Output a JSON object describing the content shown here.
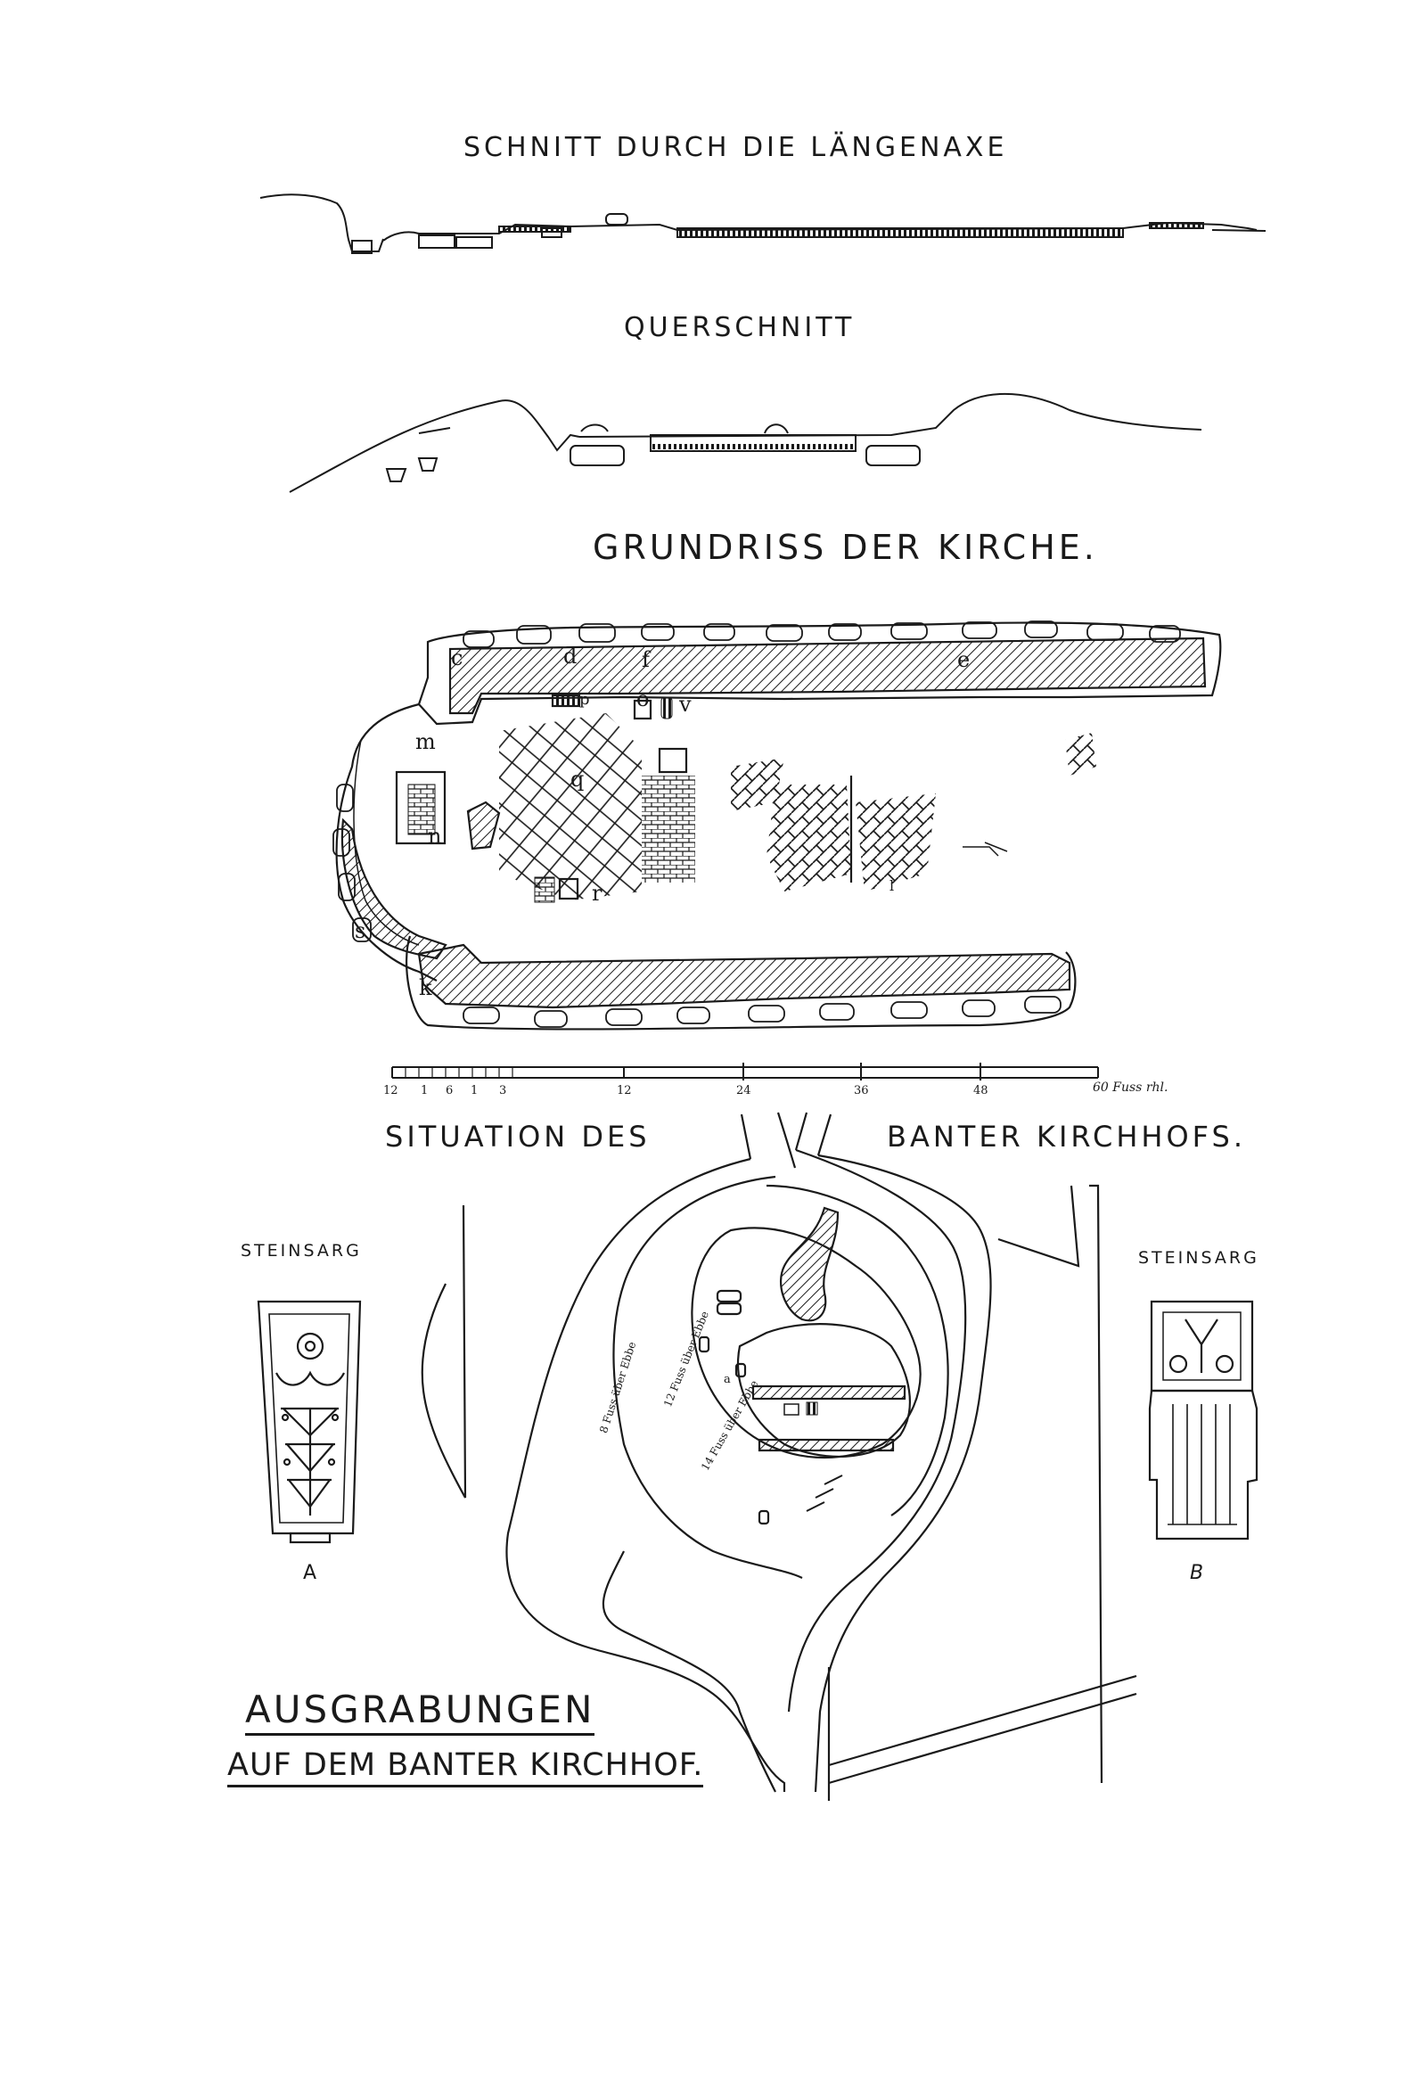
{
  "titles": {
    "section_long": "SCHNITT DURCH DIE LÄNGENAXE",
    "section_cross": "QUERSCHNITT",
    "plan": "GRUNDRISS DER KIRCHE.",
    "situation_left": "SITUATION DES",
    "situation_right": "BANTER KIRCHHOFS."
  },
  "plan_labels": [
    "c",
    "d",
    "f",
    "e",
    "p",
    "o",
    "v",
    "m",
    "q",
    "n",
    "r",
    "s",
    "k",
    "l"
  ],
  "scale": {
    "ticks": [
      "12",
      "1",
      "6",
      "1",
      "3",
      "12",
      "24",
      "36",
      "48"
    ],
    "unit": "60 Fuss rhl."
  },
  "site_labels": {
    "contour_outer": "8 Fuss über Ebbe",
    "contour_mid": "12 Fuss über Ebbe",
    "contour_inner": "14 Fuss über Ebbe",
    "letter_a": "a"
  },
  "coffins": {
    "left_title": "STEINSARG",
    "left_letter": "A",
    "right_title": "STEINSARG",
    "right_letter": "B"
  },
  "caption": {
    "line1": "AUSGRABUNGEN",
    "line2": "AUF DEM BANTER KIRCHHOF."
  },
  "colors": {
    "ink": "#1a1a1a",
    "paper": "#ffffff"
  }
}
